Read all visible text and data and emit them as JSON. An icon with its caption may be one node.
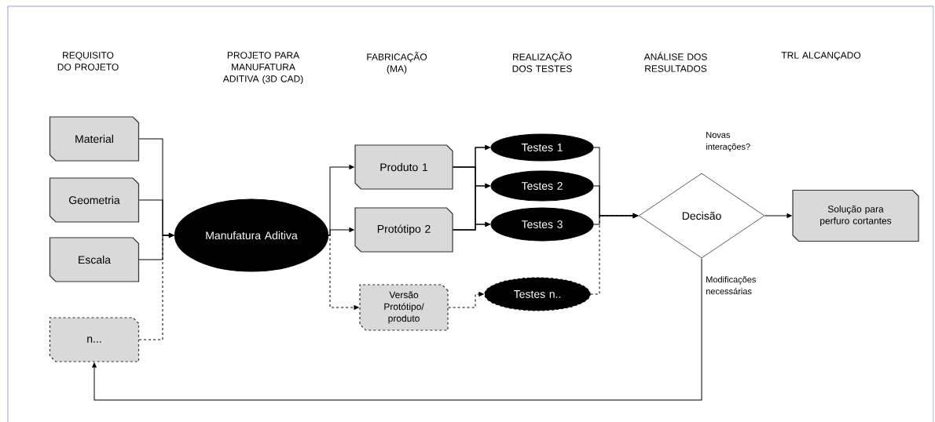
{
  "diagram": {
    "nodes": [
      {
        "text": [
          "Material"
        ]
      },
      {
        "text": [
          "Geometria"
        ]
      },
      {
        "text": [
          "Escala"
        ]
      },
      {
        "text": [
          "n..."
        ]
      },
      {
        "text": [
          "Manufatura Aditiva"
        ]
      },
      {
        "text": [
          "Produto 1"
        ]
      },
      {
        "text": [
          "Protótipo 2"
        ]
      },
      {
        "text": [
          "Versão Protótipo/ produto"
        ]
      },
      {
        "text": [
          "Testes 1"
        ]
      },
      {
        "text": [
          "Testes 2"
        ]
      },
      {
        "text": [
          "Testes 3"
        ]
      },
      {
        "text": [
          "Testes n.."
        ]
      },
      {
        "text": [
          "Decisão"
        ],
        "beside": [
          "Novas interações?"
        ]
      },
      {
        "text": [
          "Solução para perfuro cortantes"
        ]
      }
    ],
    "edges": [
      {
        "from": 0,
        "to": 4,
        "arrow": "to"
      },
      {
        "from": 1,
        "to": 4,
        "arrow": "to"
      },
      {
        "from": 2,
        "to": 4,
        "arrow": "to"
      },
      {
        "from": 3,
        "to": 4,
        "arrow": "to",
        "style": "dashed"
      },
      {
        "from": 4,
        "to": 5,
        "arrow": "to"
      },
      {
        "from": 4,
        "to": 6,
        "arrow": "to"
      },
      {
        "from": 4,
        "to": 7,
        "arrow": "to",
        "style": "dashed"
      },
      {
        "from": 5,
        "to": 8,
        "arrow": "to"
      },
      {
        "from": 5,
        "to": 9,
        "arrow": "to"
      },
      {
        "from": 5,
        "to": 10,
        "arrow": "to"
      },
      {
        "from": 6,
        "to": 8,
        "arrow": "to"
      },
      {
        "from": 6,
        "to": 9,
        "arrow": "to"
      },
      {
        "from": 6,
        "to": 10,
        "arrow": "to"
      },
      {
        "from": 7,
        "to": 11,
        "arrow": "to",
        "style": "dashed"
      },
      {
        "from": 8,
        "to": 12,
        "arrow": "to"
      },
      {
        "from": 9,
        "to": 12,
        "arrow": "to"
      },
      {
        "from": 10,
        "to": 12,
        "arrow": "to"
      },
      {
        "from": 11,
        "to": 12,
        "arrow": "to",
        "style": "dashed"
      },
      {
        "from": 12,
        "to": 13,
        "arrow": "to"
      },
      {
        "from": 12,
        "to": 3,
        "arrow": "to",
        "label": "Modificações necessárias"
      }
    ],
    "labels": [
      "REQUISITO DO PROJETO",
      "PROJETO PARA MANUFATURA ADITIVA (3D CAD)",
      "FABRICAÇÃO (MA)",
      "REALIZAÇÃO DOS TESTES",
      "ANÁLISE DOS RESULTADOS",
      "TRL ALCANÇADO"
    ]
  }
}
